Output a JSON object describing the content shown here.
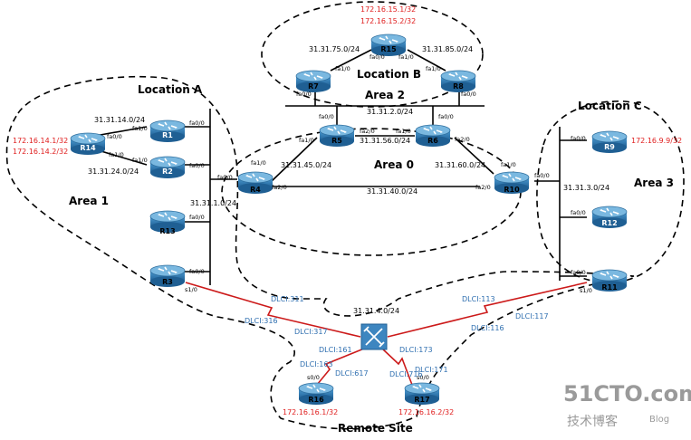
{
  "areas": {
    "location_a": "Location A",
    "location_b": "Location B",
    "location_c": "Location C",
    "area0": "Area 0",
    "area1": "Area 1",
    "area2": "Area 2",
    "area3": "Area 3",
    "remote_site": "Remote Site"
  },
  "routers": {
    "r1": "R1",
    "r2": "R2",
    "r3": "R3",
    "r4": "R4",
    "r5": "R5",
    "r6": "R6",
    "r7": "R7",
    "r8": "R8",
    "r9": "R9",
    "r10": "R10",
    "r11": "R11",
    "r12": "R12",
    "r13": "R13",
    "r14": "R14",
    "r15": "R15",
    "r16": "R16",
    "r17": "R17"
  },
  "subnets": {
    "n14": "31.31.14.0/24",
    "n24": "31.31.24.0/24",
    "n1": "31.31.1.0/24",
    "n45": "31.31.45.0/24",
    "n56": "31.31.56.0/24",
    "n60": "31.31.60.0/24",
    "n40": "31.31.40.0/24",
    "n3": "31.31.3.0/24",
    "n2": "31.31.2.0/24",
    "n75": "31.31.75.0/24",
    "n85": "31.31.85.0/24",
    "n4": "31.31.4.0/24"
  },
  "loopbacks": {
    "r14_a": "172.16.14.1/32",
    "r14_b": "172.16.14.2/32",
    "r15_a": "172.16.15.1/32",
    "r15_b": "172.16.15.2/32",
    "r9": "172.16.9.9/32",
    "r16": "172.16.16.1/32",
    "r17": "172.16.16.2/32"
  },
  "interfaces": {
    "r1_fa1": "fa1/0",
    "r1_fa0": "fa0/0",
    "r14_fa0": "fa0/0",
    "r14_fa1": "fa1/0",
    "r2_fa1": "fa1/0",
    "r2_fa0": "fa0/0",
    "r13_fa0": "fa0/0",
    "r3_fa0": "fa0/0",
    "r3_s1": "s1/0",
    "r4_fa0": "fa0/0",
    "r4_fa1": "fa1/0",
    "r4_fa2": "fa2/0",
    "r5_fa0": "fa0/0",
    "r5_fa1": "fa1/0",
    "r5_fa2": "fa2/0",
    "r6_fa0": "fa0/0",
    "r6_fa1": "fa1/0",
    "r6_fa2": "fa2/0",
    "r7_fa1": "fa1/0",
    "r7_fa0": "fa0/0",
    "r8_fa1": "fa1/0",
    "r8_fa0": "fa0/0",
    "r15_fa0": "fa0/0",
    "r15_fa1": "fa1/0",
    "r10_fa1": "fa1/0",
    "r10_fa0": "fa0/0",
    "r10_fa2": "fa2/0",
    "r9_fa0": "fa0/0",
    "r12_fa0": "fa0/0",
    "r11_fa0": "fa0/0",
    "r11_s1": "s1/0",
    "r16_s0": "s0/0",
    "r17_s0": "s0/0"
  },
  "dlci": {
    "d311": "DLCI:311",
    "d316": "DLCI:316",
    "d317": "DLCI:317",
    "d113": "DLCI:113",
    "d117": "DLCI:117",
    "d116": "DLCI:116",
    "d161": "DLCI:161",
    "d163": "DLCI:163",
    "d617": "DLCI:617",
    "d173": "DLCI:173",
    "d171": "DLCI:171",
    "d716": "DLCI:716"
  },
  "watermark": {
    "logo": "51CTO.com",
    "sub": "技术博客",
    "blog": "Blog"
  },
  "colors": {
    "router_body": "#2f7fb8",
    "router_top": "#6fb0dc",
    "loopback_text": "#e02020",
    "dlci_text": "#2f6fb0",
    "serial_link": "#cc1a1a",
    "link": "#000000"
  }
}
